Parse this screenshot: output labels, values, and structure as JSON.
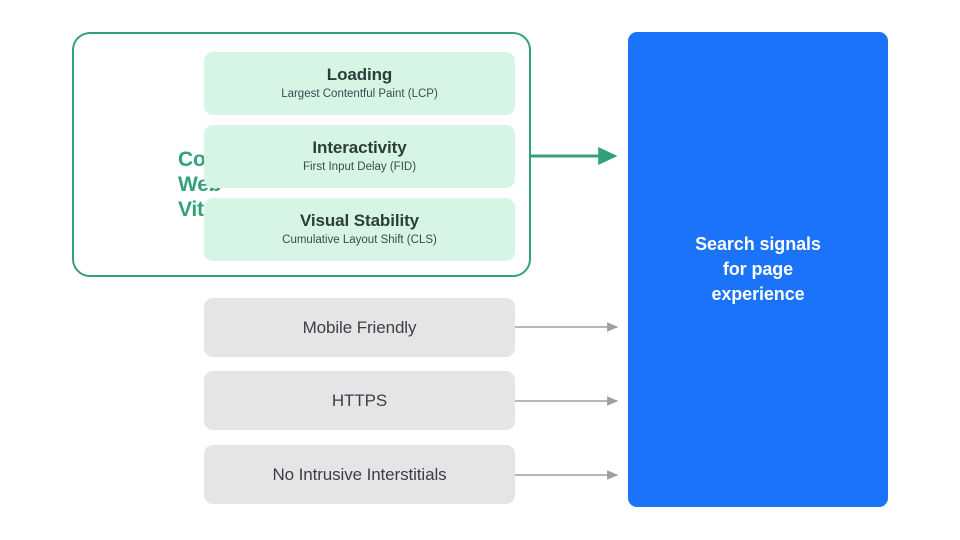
{
  "diagram": {
    "colors": {
      "green_accent": "#34a07a",
      "green_card_bg": "#d6f5e5",
      "grey_card_bg": "#e5e5e7",
      "blue_panel": "#1a73f8",
      "grey_arrow": "#9aa0a6",
      "dark_text": "#3c4043"
    },
    "core_web_vitals": {
      "label_lines": [
        "Core",
        "Web",
        "Vitals"
      ],
      "metrics": [
        {
          "title": "Loading",
          "subtitle": "Largest Contentful Paint (LCP)"
        },
        {
          "title": "Interactivity",
          "subtitle": "First Input Delay (FID)"
        },
        {
          "title": "Visual Stability",
          "subtitle": "Cumulative Layout Shift (CLS)"
        }
      ]
    },
    "other_signals": [
      {
        "label": "Mobile Friendly"
      },
      {
        "label": "HTTPS"
      },
      {
        "label": "No Intrusive Interstitials"
      }
    ],
    "outcome": {
      "lines": [
        "Search signals",
        "for page",
        "experience"
      ]
    },
    "connectors": [
      {
        "name": "core-web-vitals-arrow",
        "color": "#34a07a"
      },
      {
        "name": "mobile-friendly-arrow",
        "color": "#9aa0a6"
      },
      {
        "name": "https-arrow",
        "color": "#9aa0a6"
      },
      {
        "name": "no-intrusive-interstitials-arrow",
        "color": "#9aa0a6"
      }
    ]
  }
}
